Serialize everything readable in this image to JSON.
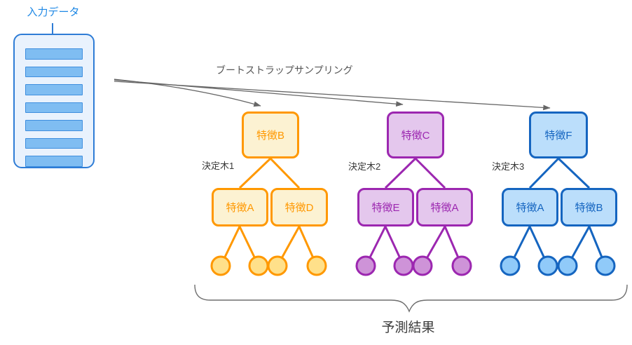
{
  "input_data": {
    "label": "入力データ",
    "row_count": 7
  },
  "bootstrap_label": "ブートストラップサンプリング",
  "trees": [
    {
      "name": "決定木1",
      "root": "特徴B",
      "children": [
        "特徴A",
        "特徴D"
      ],
      "leaf_count": 4,
      "accent": "#ff9800",
      "node_fill": "#fcf2d2",
      "leaf_fill": "#ffe08a"
    },
    {
      "name": "決定木2",
      "root": "特徴C",
      "children": [
        "特徴E",
        "特徴A"
      ],
      "leaf_count": 4,
      "accent": "#9c27b0",
      "node_fill": "#e4c7ed",
      "leaf_fill": "#ce93d8"
    },
    {
      "name": "決定木3",
      "root": "特徴F",
      "children": [
        "特徴A",
        "特徴B"
      ],
      "leaf_count": 4,
      "accent": "#1565c0",
      "node_fill": "#bbdefb",
      "leaf_fill": "#90caf9"
    }
  ],
  "result_label": "予測結果",
  "colors": {
    "input_accent": "#1e88e5",
    "input_box_border": "#2e7cd6",
    "input_box_fill": "#e9f2fd",
    "input_bar_fill": "#7fbdf2",
    "arrow": "#666666",
    "brace": "#6e6e6e",
    "label_text": "#383838"
  }
}
